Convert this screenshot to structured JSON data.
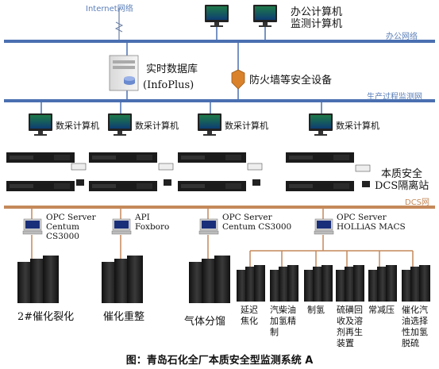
{
  "networks": {
    "internet": "Internet网络",
    "office": "办公网络",
    "production": "生产过程监测网",
    "dcs": "DCS网"
  },
  "office_computers": [
    "办公计算机",
    "监测计算机"
  ],
  "database": [
    "实时数据库",
    "(InfoPlus)"
  ],
  "firewall": "防火墙等安全设备",
  "collectors": [
    "数采计算机",
    "数采计算机",
    "数采计算机",
    "数采计算机"
  ],
  "isolation": [
    "本质安全",
    "DCS隔离站"
  ],
  "opc": [
    {
      "line1": "OPC Server",
      "line2": "Centum",
      "line3": "CS3000"
    },
    {
      "line1": "API",
      "line2": "Foxboro",
      "line3": ""
    },
    {
      "line1": "OPC Server",
      "line2": "Centum CS3000",
      "line3": ""
    },
    {
      "line1": "OPC Server",
      "line2": "HOLLiAS MACS",
      "line3": ""
    }
  ],
  "units": [
    {
      "label": "2#催化裂化"
    },
    {
      "label": "催化重整"
    },
    {
      "label": "气体分馏"
    }
  ],
  "sub_units": [
    [
      "延迟",
      "焦化"
    ],
    [
      "汽柴油",
      "加氢精",
      "制"
    ],
    [
      "制氢"
    ],
    [
      "硫磺回",
      "收及溶",
      "剂再生",
      "装置"
    ],
    [
      "常减压"
    ],
    [
      "催化汽",
      "油选择",
      "性加氢",
      "脱硫"
    ]
  ],
  "caption": "图：青岛石化全厂本质安全型监测系统 A",
  "colors": {
    "network_line": "#4a6fb0",
    "dcs_line": "#c4895a"
  }
}
